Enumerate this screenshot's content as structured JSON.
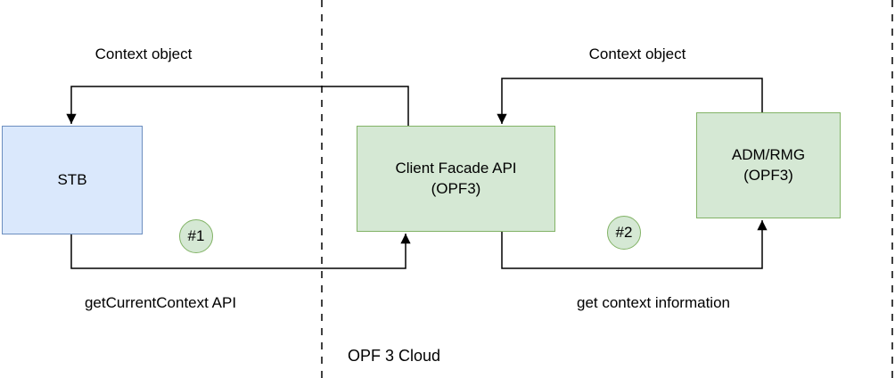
{
  "diagram": {
    "boxes": {
      "stb": {
        "label": "STB"
      },
      "client_facade": {
        "label": "Client Facade API\n(OPF3)"
      },
      "adm_rmg": {
        "label": "ADM/RMG\n(OPF3)"
      }
    },
    "labels": {
      "context_object_left": "Context object",
      "context_object_right": "Context object",
      "get_current_context": "getCurrentContext API",
      "get_context_information": "get context information",
      "cloud": "OPF 3 Cloud"
    },
    "badges": {
      "step1": "#1",
      "step2": "#2"
    },
    "colors": {
      "stb_fill": "#dae8fc",
      "stb_border": "#6c8ebf",
      "green_fill": "#d5e8d4",
      "green_border": "#82b366",
      "line": "#000000",
      "background": "#ffffff"
    }
  }
}
